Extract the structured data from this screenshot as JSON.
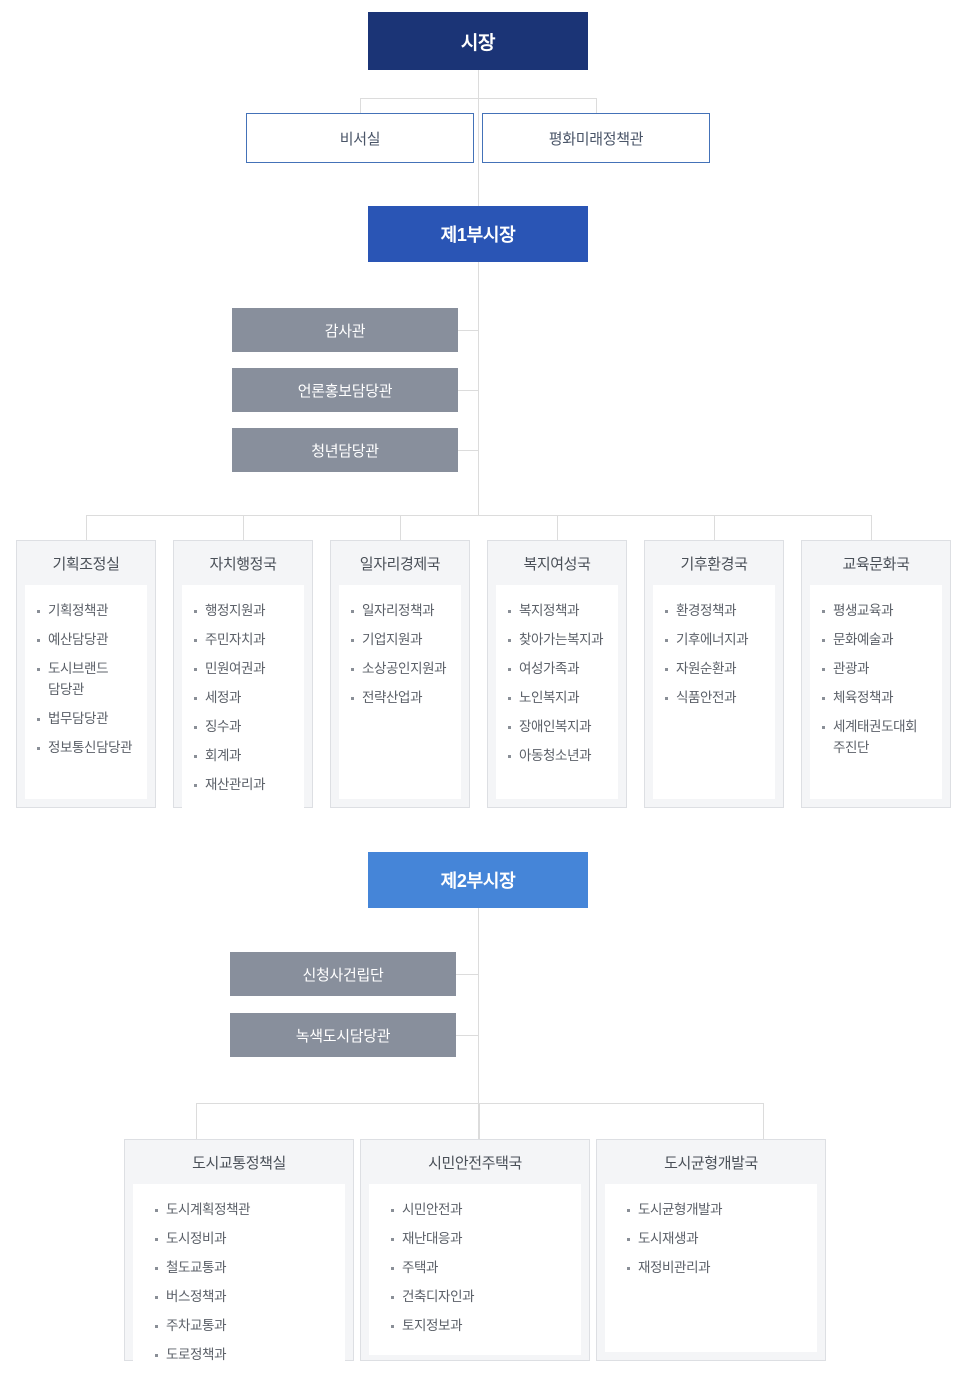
{
  "org": {
    "mayor": {
      "label": "시장"
    },
    "mayor_direct": [
      {
        "label": "비서실"
      },
      {
        "label": "평화미래정책관"
      }
    ],
    "vice_mayor_1": {
      "label": "제1부시장",
      "staff": [
        {
          "label": "감사관"
        },
        {
          "label": "언론홍보담당관"
        },
        {
          "label": "청년담당관"
        }
      ],
      "bureaus": [
        {
          "title": "기획조정실",
          "divisions": [
            "기획정책관",
            "예산담당관",
            "도시브랜드\n담당관",
            "법무담당관",
            "정보통신담당관"
          ]
        },
        {
          "title": "자치행정국",
          "divisions": [
            "행정지원과",
            "주민자치과",
            "민원여권과",
            "세정과",
            "징수과",
            "회계과",
            "재산관리과"
          ]
        },
        {
          "title": "일자리경제국",
          "divisions": [
            "일자리정책과",
            "기업지원과",
            "소상공인지원과",
            "전략산업과"
          ]
        },
        {
          "title": "복지여성국",
          "divisions": [
            "복지정책과",
            "찾아가는복지과",
            "여성가족과",
            "노인복지과",
            "장애인복지과",
            "아동청소년과"
          ]
        },
        {
          "title": "기후환경국",
          "divisions": [
            "환경정책과",
            "기후에너지과",
            "자원순환과",
            "식품안전과"
          ]
        },
        {
          "title": "교육문화국",
          "divisions": [
            "평생교육과",
            "문화예술과",
            "관광과",
            "체육정책과",
            "세계태권도대회\n주진단"
          ]
        }
      ]
    },
    "vice_mayor_2": {
      "label": "제2부시장",
      "staff": [
        {
          "label": "신청사건립단"
        },
        {
          "label": "녹색도시담당관"
        }
      ],
      "bureaus": [
        {
          "title": "도시교통정책실",
          "divisions": [
            "도시계획정책관",
            "도시정비과",
            "철도교통과",
            "버스정책과",
            "주차교통과",
            "도로정책과"
          ]
        },
        {
          "title": "시민안전주택국",
          "divisions": [
            "시민안전과",
            "재난대응과",
            "주택과",
            "건축디자인과",
            "토지정보과"
          ]
        },
        {
          "title": "도시균형개발국",
          "divisions": [
            "도시균형개발과",
            "도시재생과",
            "재정비관리과"
          ]
        }
      ]
    }
  },
  "colors": {
    "mayor_bg": "#1b3476",
    "vice1_bg": "#2a55b5",
    "vice2_bg": "#4585d8",
    "staff_bg": "#888f9c",
    "outline_border": "#4472b8",
    "card_header_bg": "#f4f5f7",
    "connector": "#dcdcdc"
  }
}
